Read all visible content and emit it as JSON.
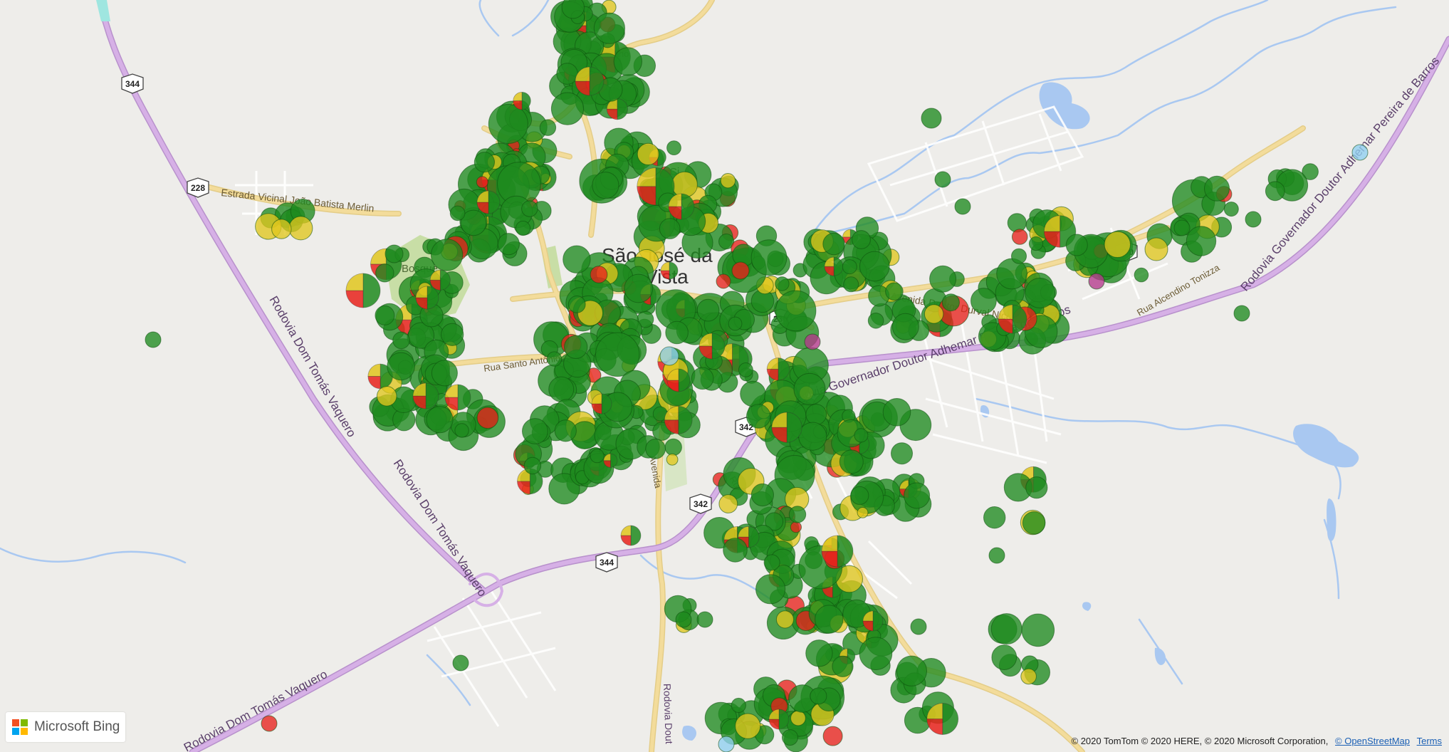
{
  "colors": {
    "land": "#eeedea",
    "water": "#a9c8f1",
    "park": "#c8dea6",
    "highway": "#d6b0e6",
    "highway_edge": "#b891cc",
    "major_road": "#f3dc9b",
    "minor_road": "#ffffff",
    "green": "#1f8a1f",
    "yellow": "#e0c61e",
    "red": "#e8221c",
    "magenta": "#b5398c",
    "blue": "#8fd0f0"
  },
  "labels": {
    "city_name_line1": "São José da",
    "city_name_line2": "Vista",
    "bosque": "Bosque",
    "ci": "Ci",
    "estrada": "Estrada Vicinal João Batista Merlin",
    "rodovia_dom_tomas_1": "Rodovia Dom Tomás Vaquero",
    "rodovia_dom_tomas_2": "Rodovia Dom Tomás Vaquero",
    "rodovia_dom_tomas_3": "Rodovia Dom Tomás Vaquero",
    "rodovia_governador": "Rodovia Governador Doutor Adhemar Pereira de Barros",
    "rodovia_governador_ne": "Rodovia Governador Doutor Adhemar Pereira de Barros",
    "avenida_doutor": "Avenida Doutor Durval Nicolau",
    "rua_santo_antonio": "Rua Santo Antônio",
    "rua_alcendino": "Rua Alcendino Tonizza",
    "rodovia_dout": "Rodovia Dout",
    "avenida": "Avenida",
    "rua": "Ru",
    "vhd": "lho"
  },
  "road_shields": {
    "s344_north": "344",
    "s228": "228",
    "s230_center": "230",
    "s230_east": "230",
    "s342_a": "342",
    "s342_b": "342",
    "s344_south": "344"
  },
  "attribution": {
    "text": "© 2020 TomTom © 2020 HERE, © 2020 Microsoft Corporation,",
    "osm_link": "© OpenStreetMap",
    "terms_link": "Terms"
  },
  "logo": {
    "text": "Microsoft Bing",
    "square_colors": [
      "#f25022",
      "#7fba00",
      "#00a4ef",
      "#ffb900"
    ]
  }
}
